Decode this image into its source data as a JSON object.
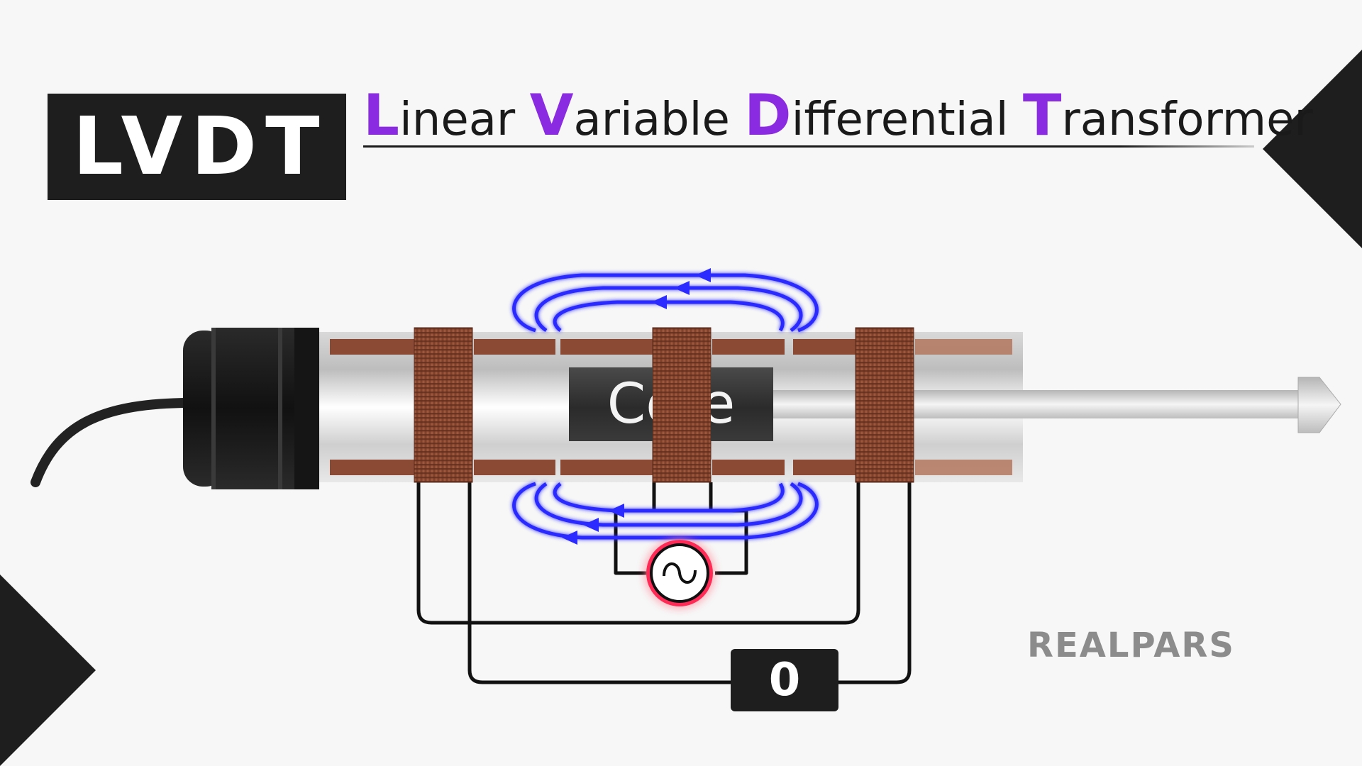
{
  "title": {
    "badge": "LVDT",
    "words": [
      {
        "initial": "L",
        "rest": "inear"
      },
      {
        "initial": "V",
        "rest": "ariable"
      },
      {
        "initial": "D",
        "rest": "ifferential"
      },
      {
        "initial": "T",
        "rest": "ransformer"
      }
    ]
  },
  "diagram": {
    "core_label": "Core",
    "readout_value": "0",
    "source_symbol": "∽"
  },
  "logo": {
    "text": "REALPARS"
  },
  "colors": {
    "accent_purple": "#8a2be2",
    "field_blue": "#2b2bff",
    "coil_copper": "#8a4a33",
    "dark": "#1e1e1e",
    "source_glow": "#ff2a55"
  }
}
